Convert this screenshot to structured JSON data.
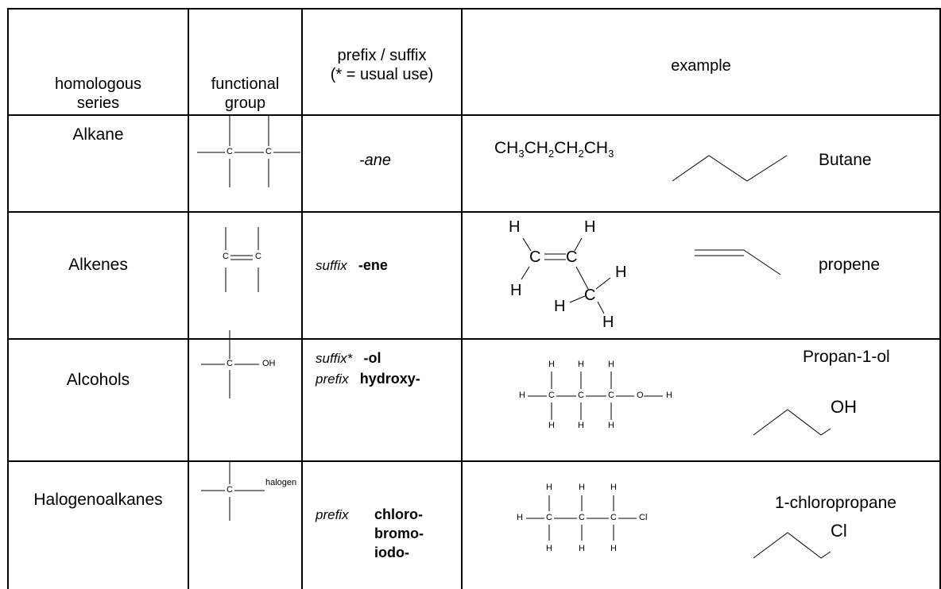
{
  "headers": {
    "series": [
      "homologous",
      "series"
    ],
    "group": [
      "functional",
      "group"
    ],
    "affix": [
      "prefix / suffix",
      "(* = usual use)"
    ],
    "example": "example"
  },
  "rows": [
    {
      "series": "Alkane",
      "group_atoms": [
        "C",
        "C"
      ],
      "affix_text": "-ane",
      "example_formula": "CH3CH2CH2CH3",
      "example_name": "Butane"
    },
    {
      "series": "Alkenes",
      "group_atoms": [
        "C",
        "C"
      ],
      "affix_type": "suffix",
      "affix_value": "-ene",
      "example_atoms": [
        "H",
        "H",
        "C",
        "C",
        "H",
        "H",
        "C",
        "H",
        "H"
      ],
      "example_name": "propene"
    },
    {
      "series": "Alcohols",
      "group_atoms": [
        "C",
        "OH"
      ],
      "affix_suffix_type": "suffix*",
      "affix_suffix_value": "-ol",
      "affix_prefix_type": "prefix",
      "affix_prefix_value": "hydroxy-",
      "example_atoms": [
        "H",
        "C",
        "C",
        "C",
        "O",
        "H",
        "H",
        "H",
        "H",
        "H",
        "H",
        "H"
      ],
      "example_name": "Propan-1-ol",
      "skeletal_label": "OH"
    },
    {
      "series": "Halogenoalkanes",
      "group_atoms": [
        "C",
        "halogen"
      ],
      "affix_prefix_type": "prefix",
      "affix_values": [
        "chloro-",
        "bromo-",
        "iodo-"
      ],
      "example_atoms": [
        "H",
        "C",
        "C",
        "C",
        "Cl",
        "H",
        "H",
        "H",
        "H",
        "H",
        "H"
      ],
      "example_name": "1-chloropropane",
      "skeletal_label": "Cl"
    }
  ]
}
